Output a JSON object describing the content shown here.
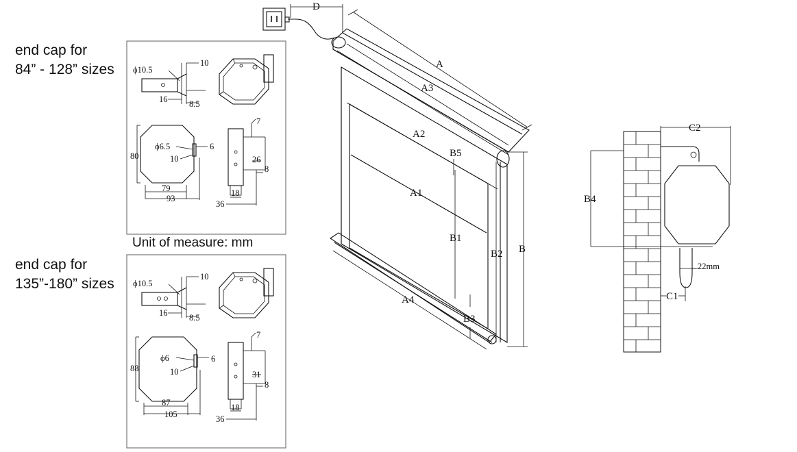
{
  "captions": {
    "small_range_line1": "end cap for",
    "small_range_line2": "84” - 128” sizes",
    "unit": "Unit of measure: mm",
    "large_range_line1": "end cap for",
    "large_range_line2": "135”-180” sizes"
  },
  "panel_small": {
    "hole": "ϕ10.5",
    "top_w": "10",
    "left_w": "16",
    "right_w": "8.5",
    "height": "80",
    "inner_hole": "ϕ6.5",
    "inner_w": "10",
    "side_a": "6",
    "inner_width": "79",
    "outer_width": "93",
    "bracket_top": "7",
    "bracket_h": "26",
    "bracket_right": "8",
    "bracket_w": "18",
    "bracket_total": "36"
  },
  "panel_large": {
    "hole": "ϕ10.5",
    "top_w": "10",
    "left_w": "16",
    "right_w": "8.5",
    "height": "88",
    "inner_hole": "ϕ6",
    "inner_w": "10",
    "side_a": "6",
    "inner_width": "87",
    "outer_width": "105",
    "bracket_top": "7",
    "bracket_h": "31",
    "bracket_right": "8",
    "bracket_w": "18",
    "bracket_total": "36"
  },
  "screen_labels": {
    "D": "D",
    "A": "A",
    "A3": "A3",
    "A2": "A2",
    "B5": "B5",
    "A1": "A1",
    "B1": "B1",
    "B2": "B2",
    "B": "B",
    "A4": "A4",
    "B3": "B3"
  },
  "wall_labels": {
    "C2": "C2",
    "B4": "B4",
    "gap": "22mm",
    "C1": "C1"
  }
}
